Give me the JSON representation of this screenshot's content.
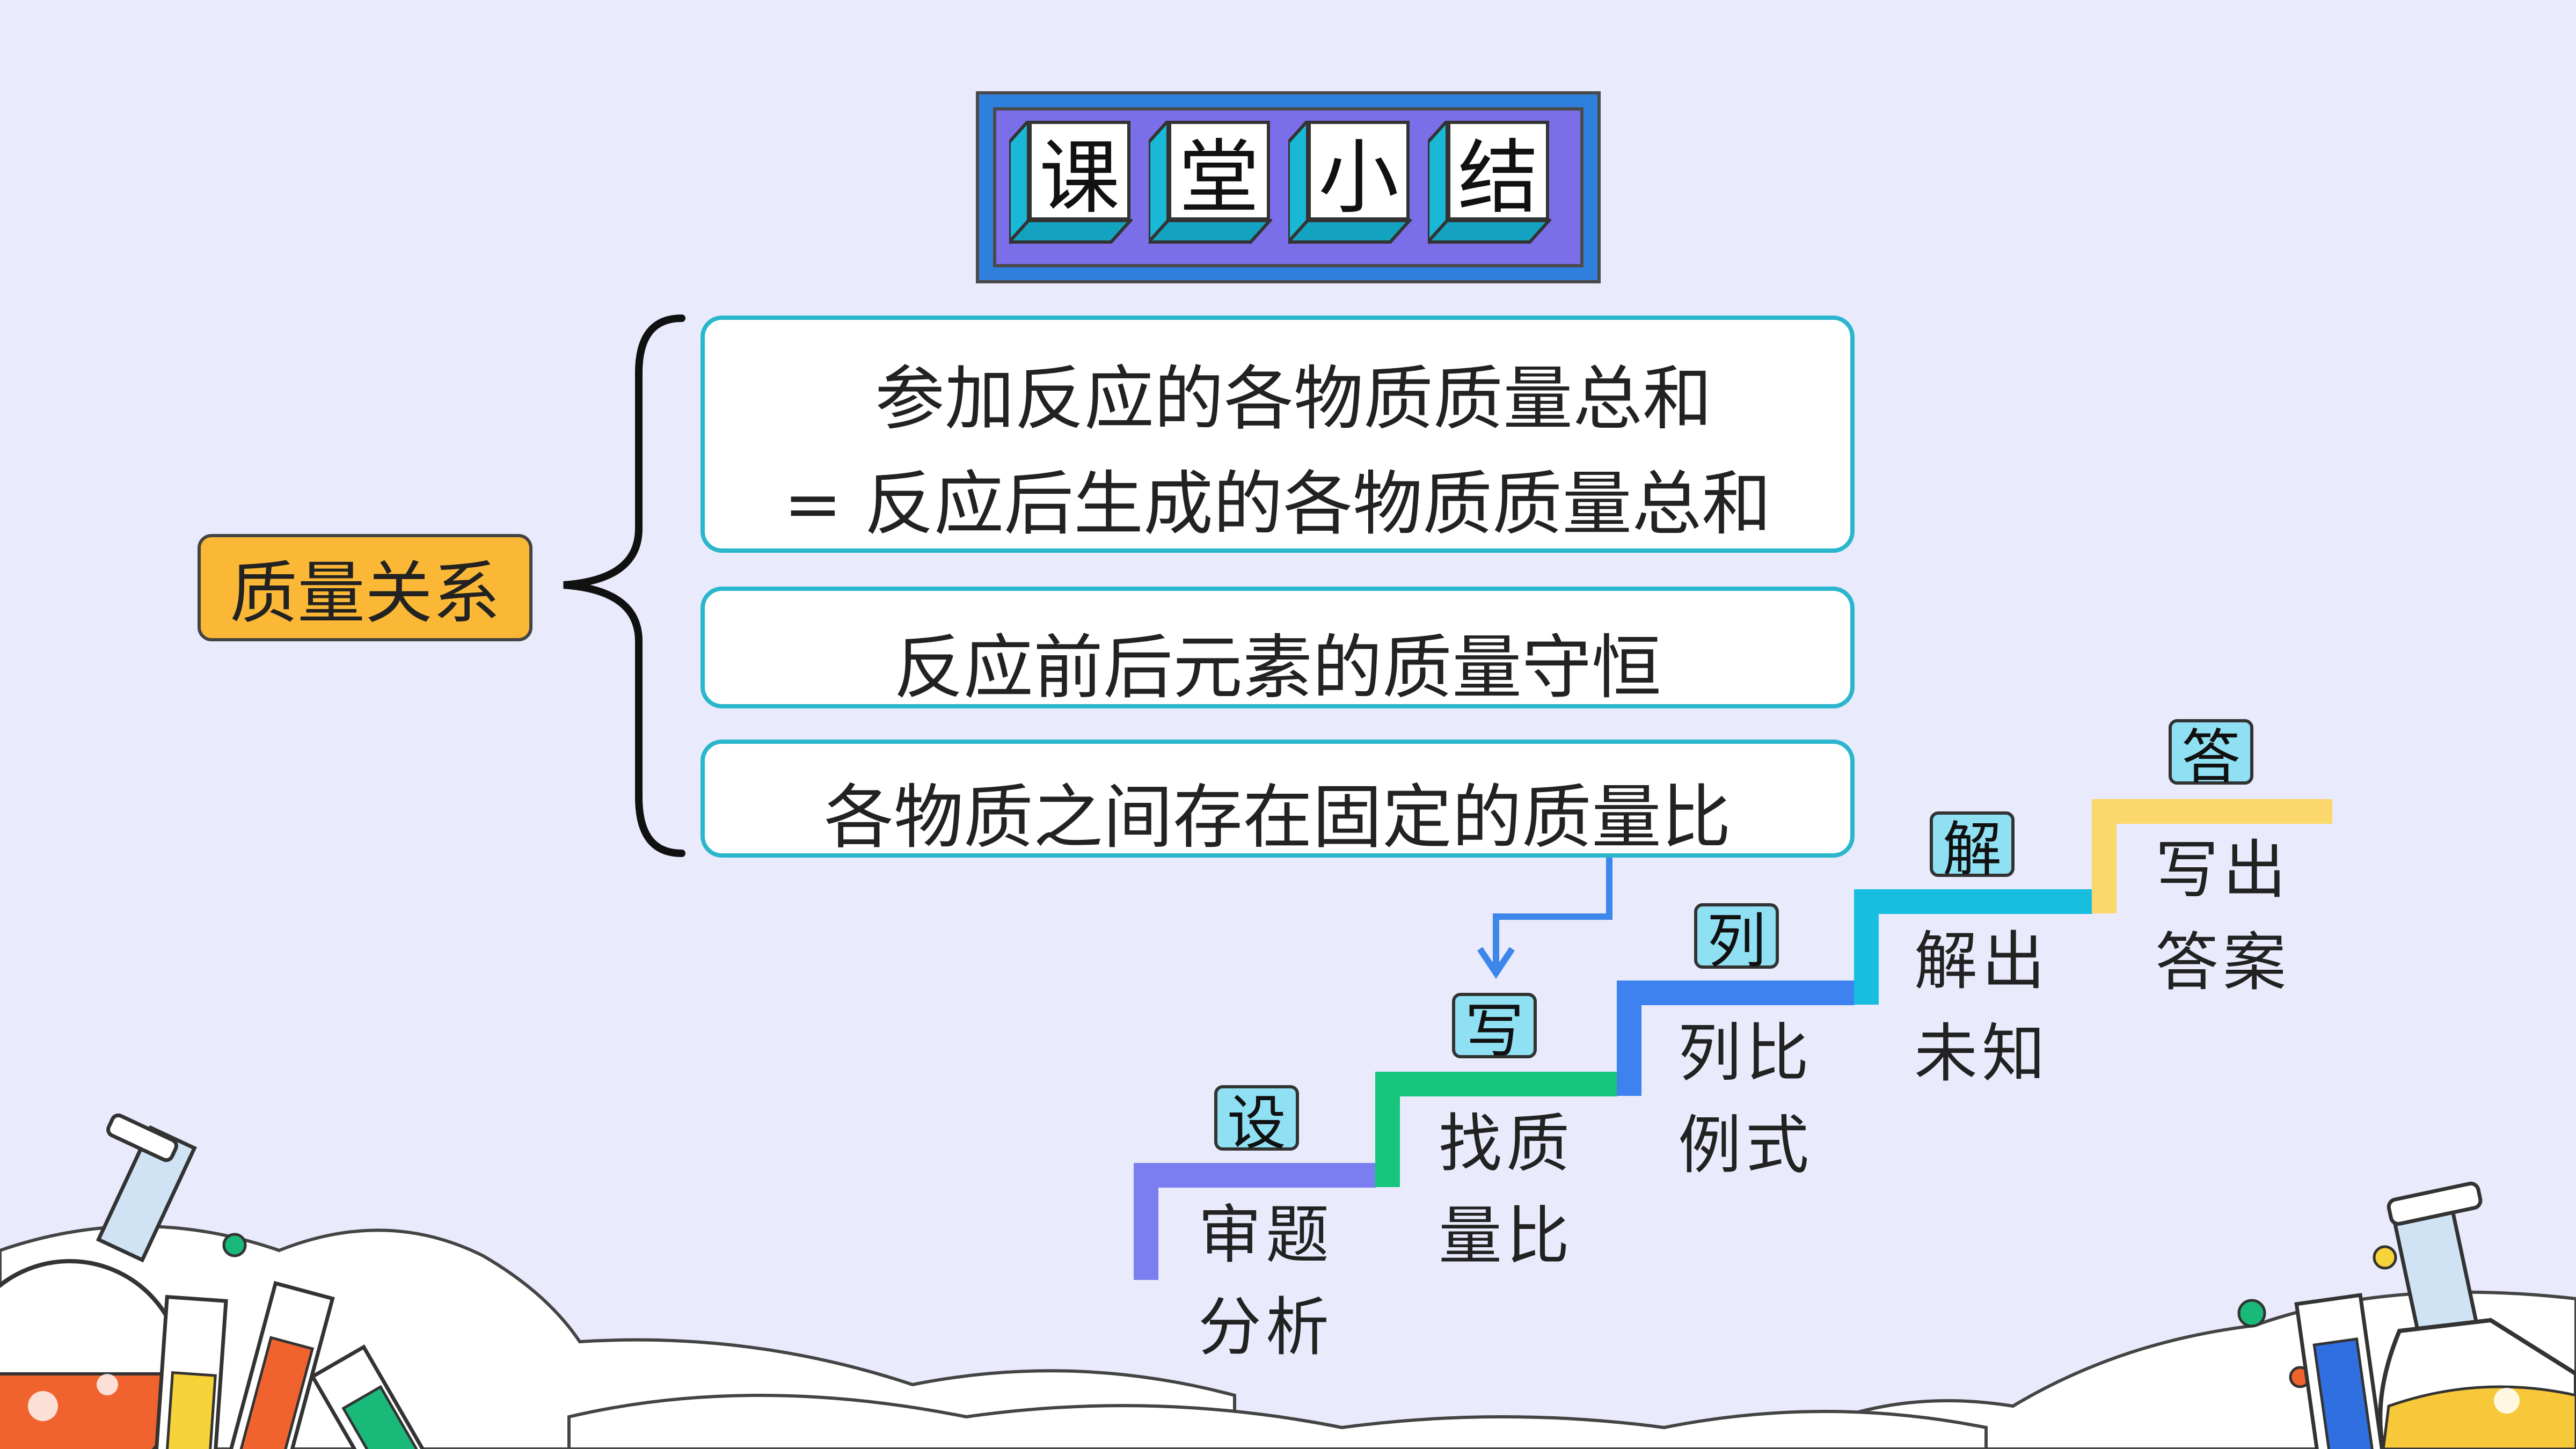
{
  "title": {
    "chars": [
      "课",
      "堂",
      "小",
      "结"
    ]
  },
  "center_label": "质量关系",
  "branches": {
    "b1": {
      "line1": "参加反应的各物质质量总和",
      "line2": "= 反应后生成的各物质质量总和"
    },
    "b2": "反应前后元素的质量守恒",
    "b3": "各物质之间存在固定的质量比"
  },
  "steps": [
    {
      "badge": "设",
      "text": [
        "审题",
        "分析"
      ],
      "color": "#7b7ef0"
    },
    {
      "badge": "写",
      "text": [
        "找质",
        "量比"
      ],
      "color": "#16c67c"
    },
    {
      "badge": "列",
      "text": [
        "列比",
        "例式"
      ],
      "color": "#3e82f0"
    },
    {
      "badge": "解",
      "text": [
        "解出",
        "未知"
      ],
      "color": "#18bedf"
    },
    {
      "badge": "答",
      "text": [
        "写出",
        "答案"
      ],
      "color": "#fcd86c"
    }
  ]
}
